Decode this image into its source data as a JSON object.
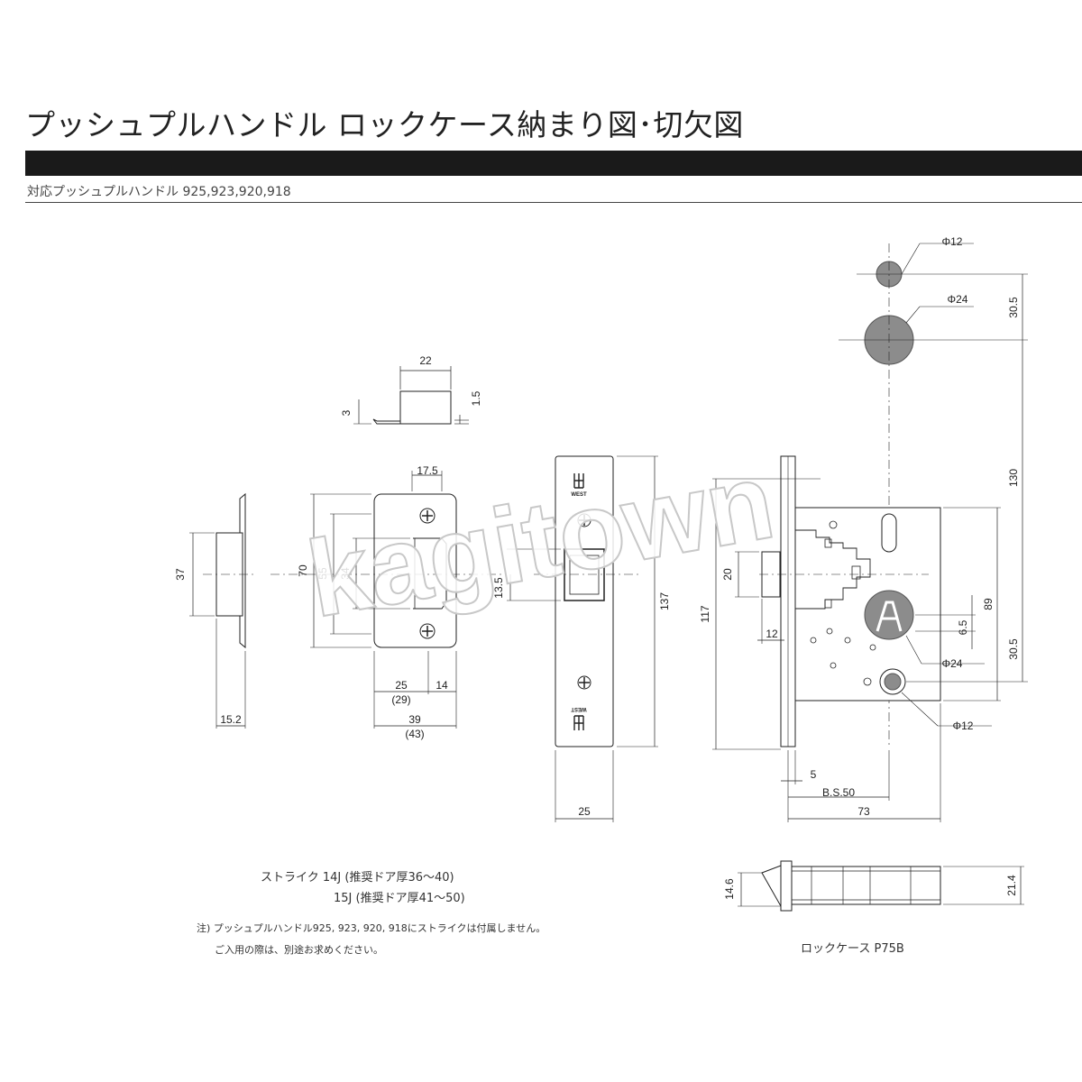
{
  "header": {
    "title": "プッシュプルハンドル ロックケース納まり図･切欠図",
    "subtitle": "対応プッシュプルハンドル 925,923,920,918"
  },
  "watermark": "kagitown",
  "strike_top": {
    "dim_22": "22",
    "dim_3": "3",
    "dim_1_5": "1.5"
  },
  "strike_side": {
    "dim_37": "37",
    "dim_15_2": "15.2"
  },
  "strike_front": {
    "dim_17_5": "17.5",
    "dim_70": "70",
    "dim_55": "55",
    "dim_34": "34",
    "dim_25": "25",
    "dim_29": "(29)",
    "dim_14": "14",
    "dim_39": "39",
    "dim_43": "(43)"
  },
  "faceplate": {
    "brand": "WEST",
    "dim_13_5": "13.5",
    "dim_137": "137",
    "dim_25": "25"
  },
  "lockcase": {
    "dim_phi12_top": "Φ12",
    "dim_phi24_top": "Φ24",
    "dim_30_5_top": "30.5",
    "dim_130": "130",
    "dim_89": "89",
    "dim_6_5": "6.5",
    "dim_30_5_bottom": "30.5",
    "dim_phi24_bottom": "Φ24",
    "dim_phi12_bottom": "Φ12",
    "dim_117": "117",
    "dim_20": "20",
    "dim_12": "12",
    "dim_5": "5",
    "dim_bs50": "B.S.50",
    "dim_73": "73"
  },
  "lockcase_side": {
    "dim_14_6": "14.6",
    "dim_21_4": "21.4"
  },
  "notes": {
    "strike_14j": "ストライク 14J (推奨ドア厚36～40)",
    "strike_15j": "15J (推奨ドア厚41～50)",
    "note_1": "注) プッシュプルハンドル925, 923, 920, 918にストライクは付属しません。",
    "note_2": "ご入用の際は、別途お求めください。",
    "lockcase_label": "ロックケース P75B"
  }
}
